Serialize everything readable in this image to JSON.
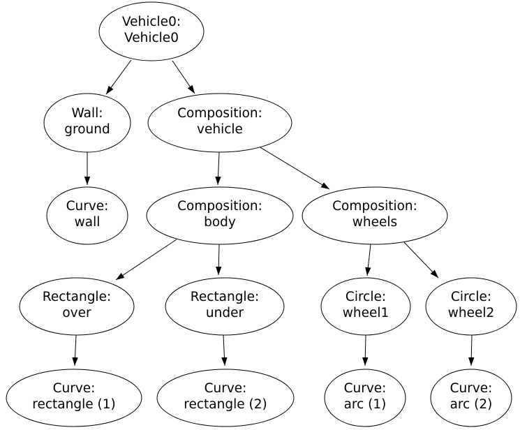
{
  "colors": {
    "background": "#ffffff",
    "node_fill": "#ffffff",
    "node_stroke": "#000000",
    "edge": "#000000",
    "text": "#000000"
  },
  "diagram": {
    "type": "tree-graph",
    "nodes": [
      {
        "id": "vehicle0",
        "line1": "Vehicle0:",
        "line2": "Vehicle0"
      },
      {
        "id": "wall-ground",
        "line1": "Wall:",
        "line2": "ground"
      },
      {
        "id": "composition-vehicle",
        "line1": "Composition:",
        "line2": "vehicle"
      },
      {
        "id": "curve-wall",
        "line1": "Curve:",
        "line2": "wall"
      },
      {
        "id": "composition-body",
        "line1": "Composition:",
        "line2": "body"
      },
      {
        "id": "composition-wheels",
        "line1": "Composition:",
        "line2": "wheels"
      },
      {
        "id": "rectangle-over",
        "line1": "Rectangle:",
        "line2": "over"
      },
      {
        "id": "rectangle-under",
        "line1": "Rectangle:",
        "line2": "under"
      },
      {
        "id": "circle-wheel1",
        "line1": "Circle:",
        "line2": "wheel1"
      },
      {
        "id": "circle-wheel2",
        "line1": "Circle:",
        "line2": "wheel2"
      },
      {
        "id": "curve-rectangle-1",
        "line1": "Curve:",
        "line2": "rectangle (1)"
      },
      {
        "id": "curve-rectangle-2",
        "line1": "Curve:",
        "line2": "rectangle (2)"
      },
      {
        "id": "curve-arc-1",
        "line1": "Curve:",
        "line2": "arc (1)"
      },
      {
        "id": "curve-arc-2",
        "line1": "Curve:",
        "line2": "arc (2)"
      }
    ],
    "edges": [
      {
        "from": "vehicle0",
        "to": "wall-ground"
      },
      {
        "from": "vehicle0",
        "to": "composition-vehicle"
      },
      {
        "from": "wall-ground",
        "to": "curve-wall"
      },
      {
        "from": "composition-vehicle",
        "to": "composition-body"
      },
      {
        "from": "composition-vehicle",
        "to": "composition-wheels"
      },
      {
        "from": "composition-body",
        "to": "rectangle-over"
      },
      {
        "from": "composition-body",
        "to": "rectangle-under"
      },
      {
        "from": "composition-wheels",
        "to": "circle-wheel1"
      },
      {
        "from": "composition-wheels",
        "to": "circle-wheel2"
      },
      {
        "from": "rectangle-over",
        "to": "curve-rectangle-1"
      },
      {
        "from": "rectangle-under",
        "to": "curve-rectangle-2"
      },
      {
        "from": "circle-wheel1",
        "to": "curve-arc-1"
      },
      {
        "from": "circle-wheel2",
        "to": "curve-arc-2"
      }
    ]
  }
}
